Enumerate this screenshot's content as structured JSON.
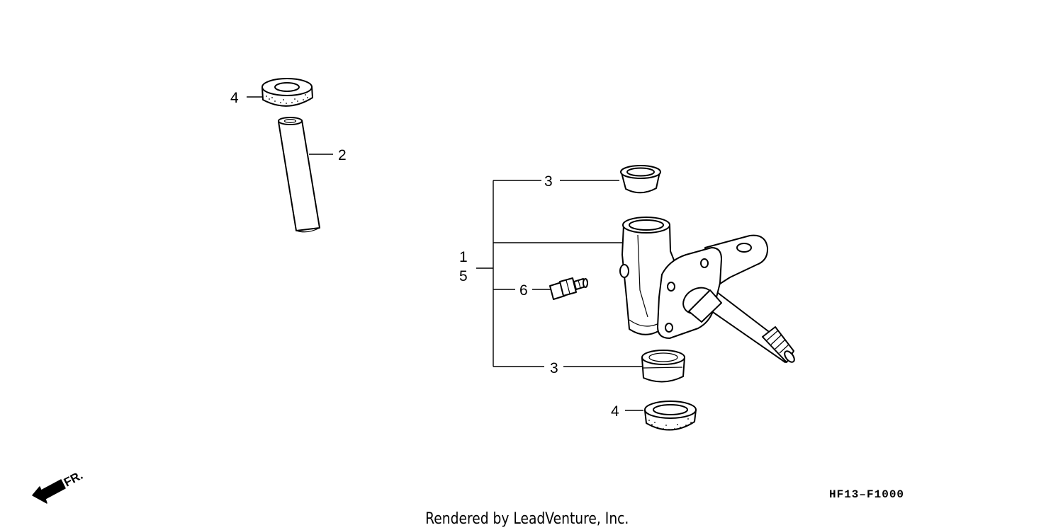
{
  "callouts": {
    "seal_top": "4",
    "pipe": "2",
    "bushing_top": "3",
    "knuckle_a": "1",
    "knuckle_b": "5",
    "grease_fitting": "6",
    "bushing_bottom": "3",
    "seal_bottom": "4"
  },
  "direction_label": "FR.",
  "diagram_code": "HF13–F1000",
  "credit": "Rendered by LeadVenture, Inc."
}
